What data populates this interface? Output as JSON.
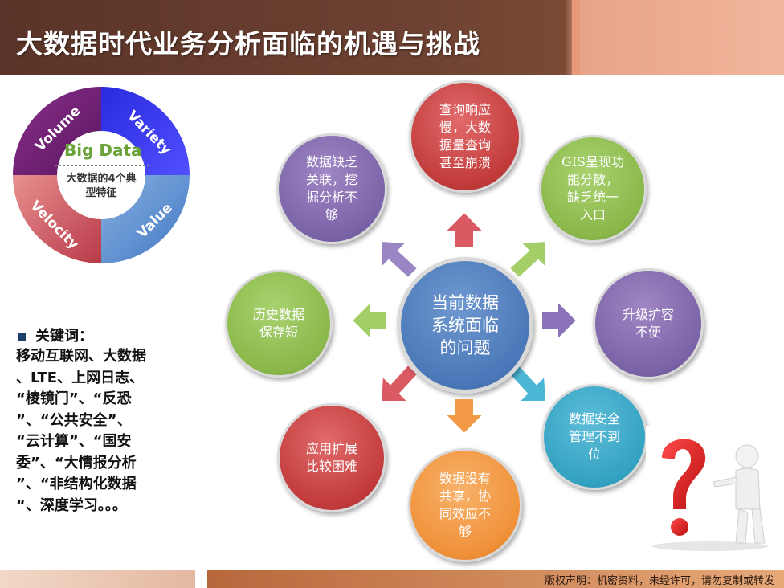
{
  "title": "大数据时代业务分析面临的机遇与挑战",
  "bigdata": {
    "center_title": "Big Data",
    "center_sub": "大数据的4个典\n型特征",
    "segments": [
      {
        "label": "Volume",
        "color": "#6b1f6e"
      },
      {
        "label": "Variety",
        "color": "#3636e8"
      },
      {
        "label": "Value",
        "color": "#5b8fd0"
      },
      {
        "label": "Velocity",
        "color": "#c8565e"
      }
    ]
  },
  "keywords": {
    "heading": "关键词：",
    "text": "移动互联网、大数据\n、LTE、上网日志、\n“棱镜门”、“反恐\n”、“公共安全”、\n“云计算”、“国安\n委”、“大情报分析\n”、“非结构化数据\n“、深度学习。。。"
  },
  "center_circle": "当前数据\n系统面临\n的问题",
  "problems": {
    "top": "查询响应\n慢，大数\n据量查询\n甚至崩溃",
    "top_right": "GIS呈现功\n能分散，\n缺乏统一\n入口",
    "right": "升级扩容\n不便",
    "bottom_right": "数据安全\n管理不到\n位",
    "bottom": "数据没有\n共享，协\n同效应不\n够",
    "bottom_left": "应用扩展\n比较困难",
    "left": "历史数据\n保存短",
    "top_left": "数据缺乏\n关联，挖\n掘分析不\n够"
  },
  "colors": {
    "header": "#5a3428",
    "red": "#c23b3b",
    "green": "#8ab84a",
    "purple": "#7b63a8",
    "teal": "#34a2c2",
    "orange": "#f0913a",
    "blue": "#4a78b8",
    "arrow_purple": "#9a86c4",
    "arrow_red": "#d9606a"
  },
  "footer": "版权声明：机密资料，未经许可，请勿复制或转发"
}
